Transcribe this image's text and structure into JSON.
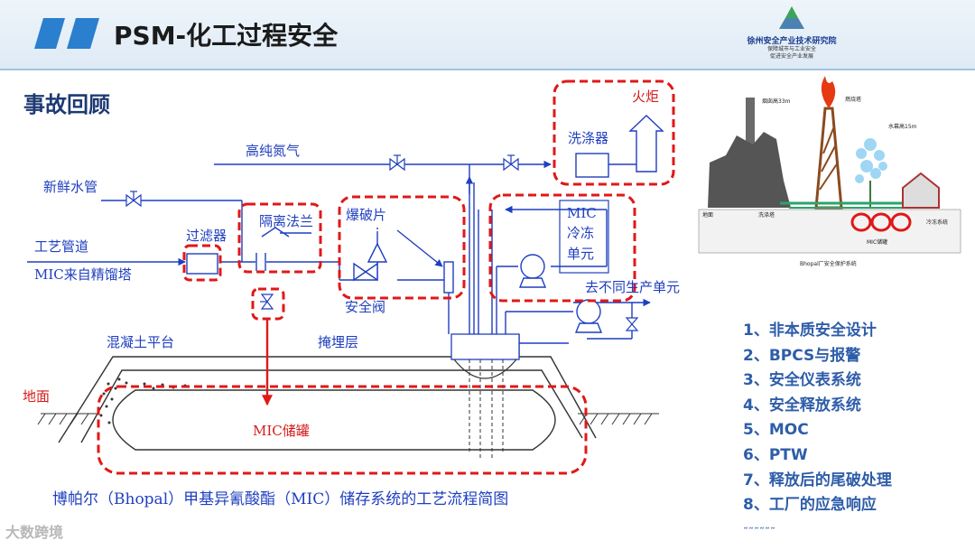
{
  "header": {
    "title": "PSM-化工过程安全",
    "institute_name": "徐州安全产业技术研究院",
    "institute_tagline1": "保障城市与工业安全",
    "institute_tagline2": "促进安全产业发展"
  },
  "section_title": "事故回顾",
  "diagram": {
    "labels": {
      "fresh_water": "新鲜水管",
      "process_pipe": "工艺管道",
      "mic_from_tower": "MIC来自精馏塔",
      "filter": "过滤器",
      "isolation_flange": "隔离法兰",
      "high_purity_n2": "高纯氮气",
      "rupture_disc": "爆破片",
      "safety_valve": "安全阀",
      "scrubber": "洗涤器",
      "flare": "火炬",
      "mic_refrig_1": "MIC",
      "mic_refrig_2": "冷冻",
      "mic_refrig_3": "单元",
      "to_other_units": "去不同生产单元",
      "concrete_platform": "混凝土平台",
      "buried_layer": "掩埋层",
      "ground": "地面",
      "mic_tank": "MIC储罐"
    },
    "caption": "博帕尔（Bhopal）甲基异氰酸酯（MIC）储存系统的工艺流程简图"
  },
  "photo": {
    "chimney": "烟囱高33m",
    "flare_tower": "燃烧塔",
    "water_curtain": "水幕高15m",
    "ground": "地面",
    "scrub_tower": "洗涤塔",
    "refrig": "冷冻系统",
    "mic_tank": "MIC储罐",
    "caption": "Bhopal厂安全保护系统"
  },
  "measures": [
    "1、非本质安全设计",
    "2、BPCS与报警",
    "3、安全仪表系统",
    "4、安全释放系统",
    "5、MOC",
    "6、PTW",
    "7、释放后的尾破处理",
    "8、工厂的应急响应"
  ],
  "measures_more": "˷˷˷˷˷˷",
  "watermark": "大数跨境",
  "colors": {
    "accent": "#2a7fcf",
    "pipe": "#1f3fbf",
    "highlight": "#e01818",
    "list": "#2e5da8"
  }
}
